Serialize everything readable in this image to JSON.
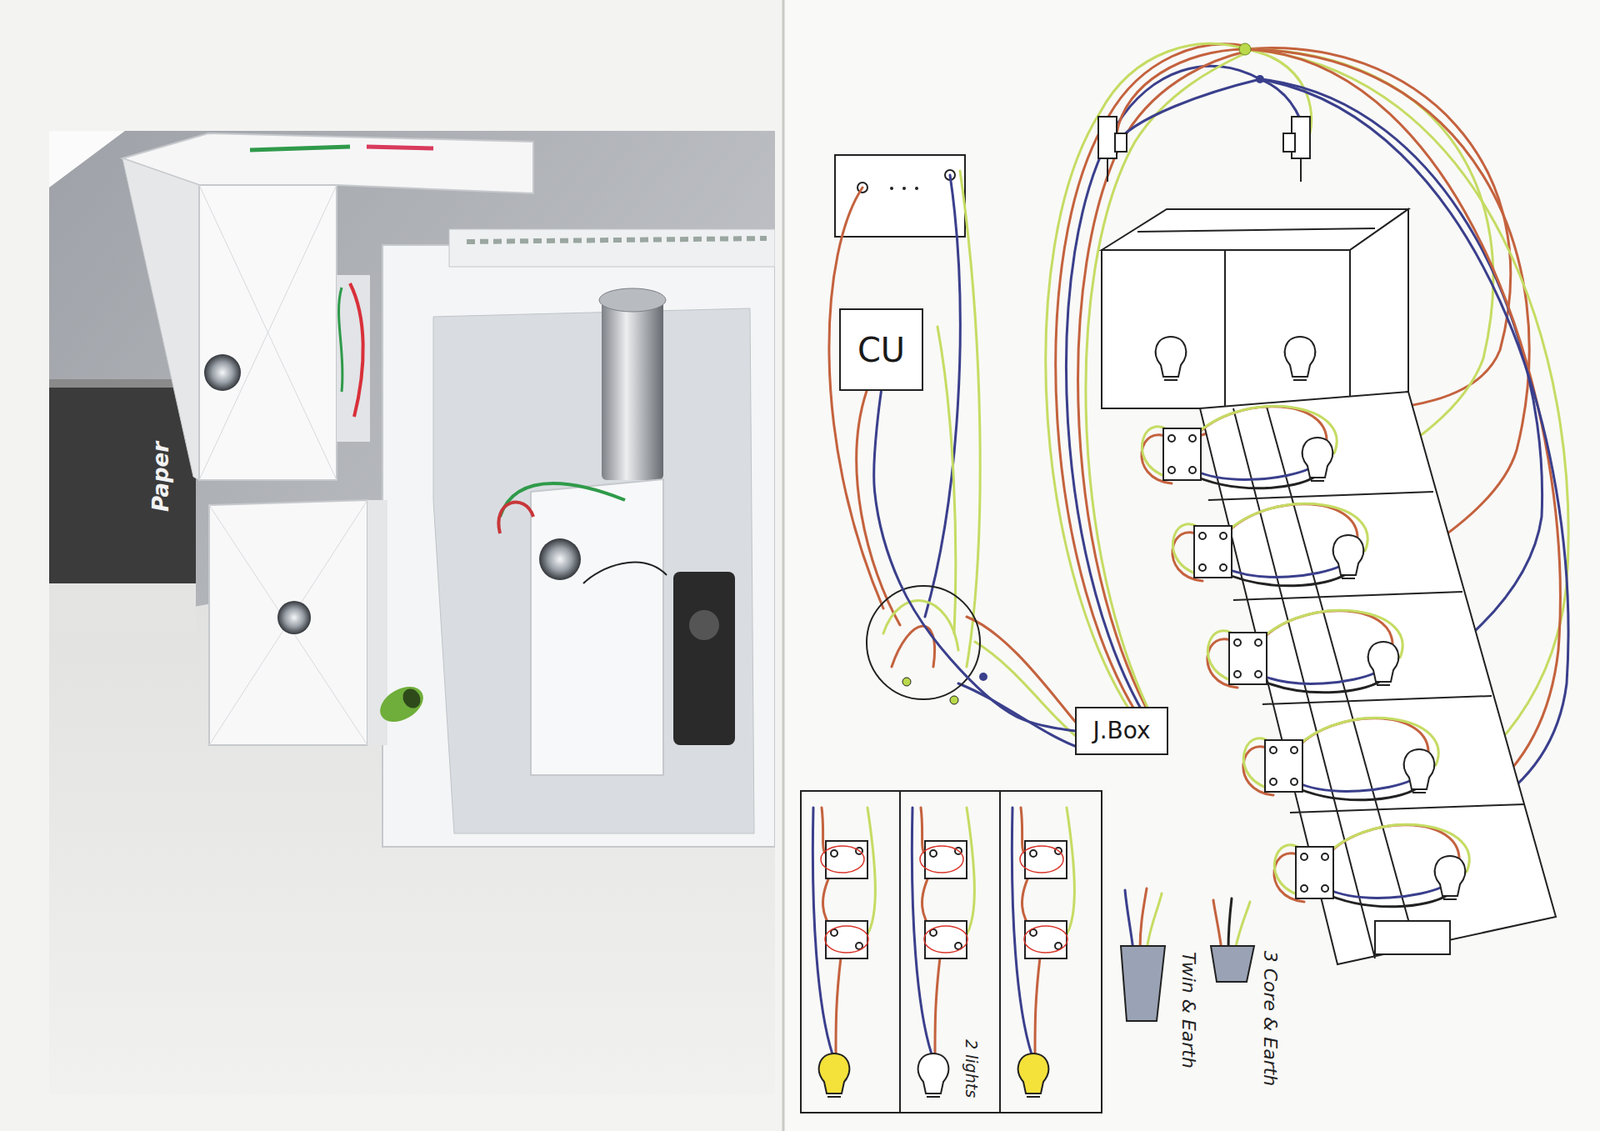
{
  "diagram": {
    "nodes": [
      {
        "text": [
          "CU"
        ]
      },
      {
        "text": [
          "J.Box"
        ]
      }
    ],
    "edges": [
      {
        "from": 0,
        "to": 1,
        "arrow": "none"
      }
    ],
    "labels": [
      "Twin & Earth",
      "3 Core & Earth",
      "2 lights",
      "Paper"
    ]
  }
}
